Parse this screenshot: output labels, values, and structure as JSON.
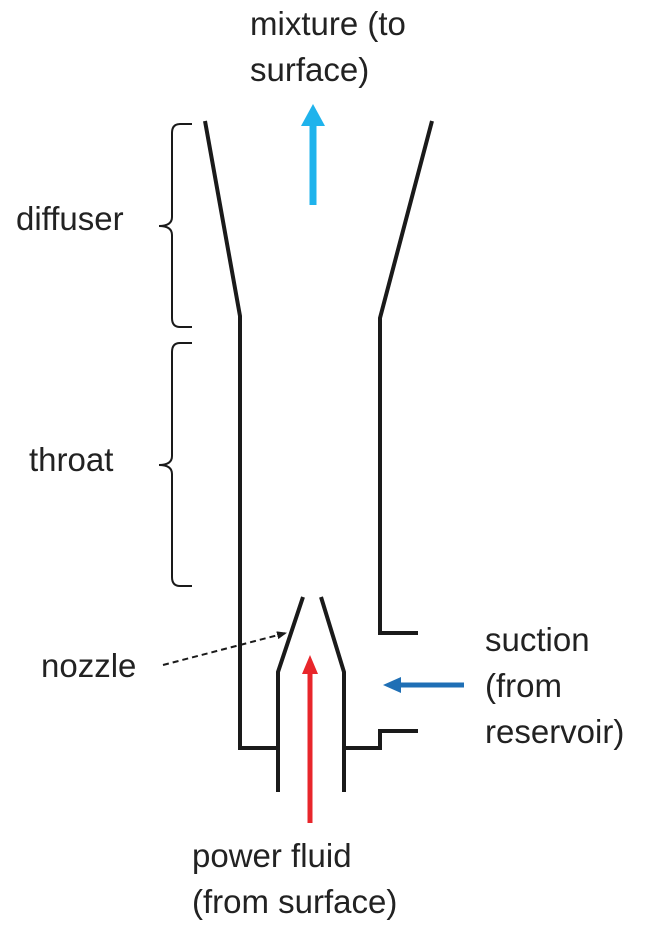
{
  "labels": {
    "mixture": [
      "mixture (to",
      "surface)"
    ],
    "diffuser": "diffuser",
    "throat": "throat",
    "nozzle": "nozzle",
    "suction": [
      "suction",
      "(from",
      "reservoir)"
    ],
    "power_fluid": [
      "power fluid",
      "(from surface)"
    ]
  },
  "colors": {
    "outline": "#1a1a1a",
    "mixture_arrow": "#1fb3ec",
    "suction_arrow": "#1f6fb5",
    "power_arrow": "#e8262b",
    "text": "#222222"
  }
}
